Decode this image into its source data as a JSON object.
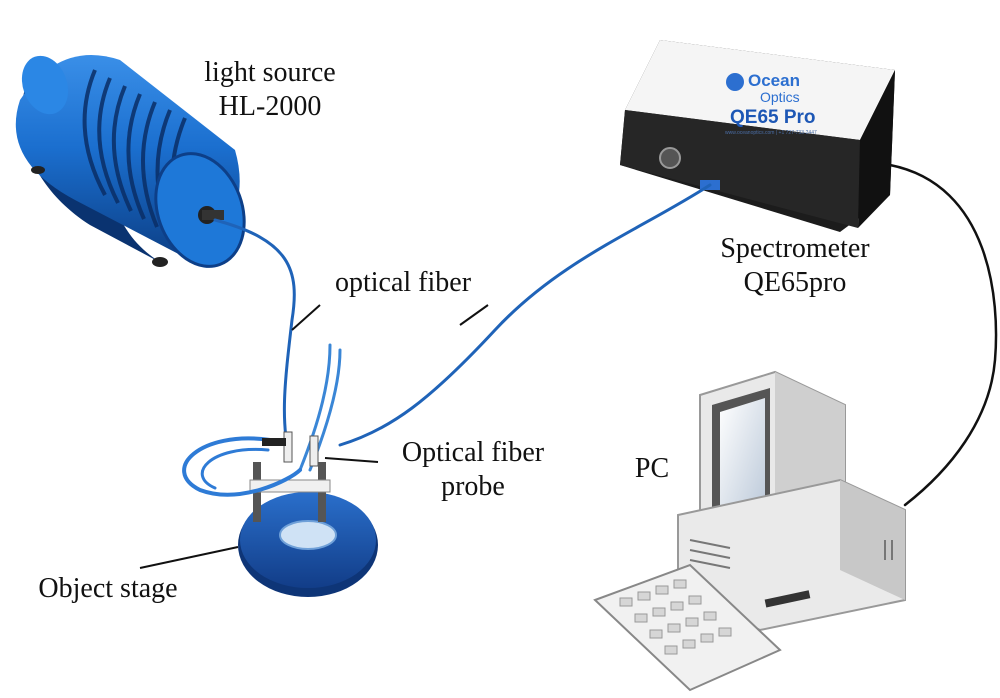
{
  "labels": {
    "light_source": {
      "line1": "light source",
      "line2": "HL-2000"
    },
    "optical_fiber": "optical fiber",
    "spectrometer": {
      "line1": "Spectrometer",
      "line2": "QE65pro"
    },
    "probe": {
      "line1": "Optical fiber",
      "line2": "probe"
    },
    "pc": "PC",
    "object_stage": "Object stage"
  },
  "device_branding": {
    "brand_line1": "Ocean",
    "brand_line2": "Optics",
    "model": "QE65 Pro",
    "url_line": "www.oceanoptics.com | +1 727-733-2447"
  },
  "colors": {
    "fiber_blue": "#1f63b8",
    "light_source_blue": "#1b6fcf",
    "stage_blue": "#1b4fa8",
    "spectrometer_body": "#f3f3f3",
    "pc_body": "#efefef",
    "leader_line": "#111111"
  }
}
